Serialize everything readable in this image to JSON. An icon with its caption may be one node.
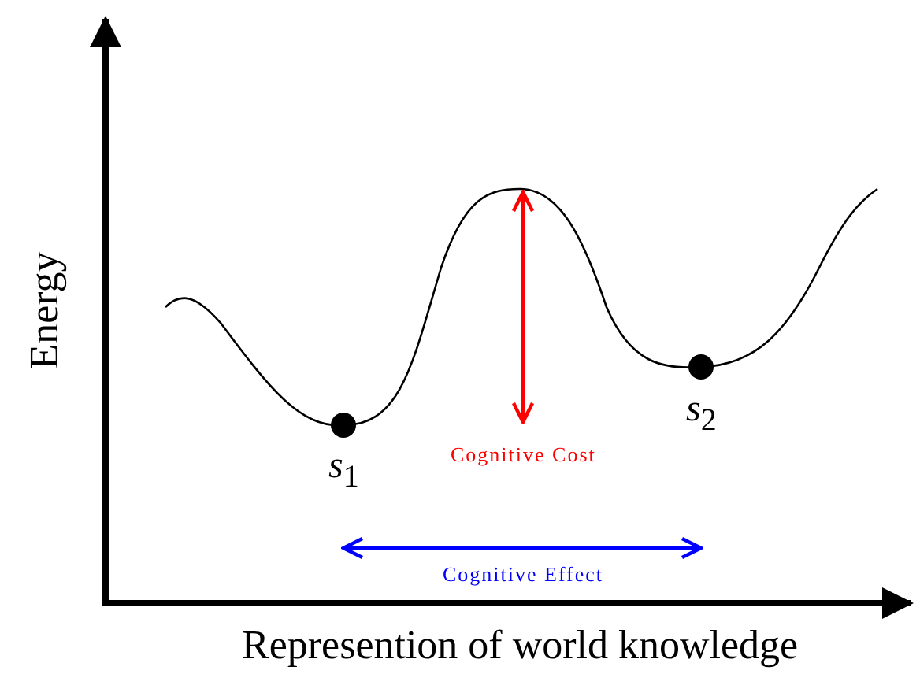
{
  "diagram": {
    "labels": [
      "Energy",
      "Represention of world knowledge",
      "*s*$_{1}$",
      "*s*$_{2}$",
      "Cognitive Cost",
      "Cognitive Effect"
    ]
  }
}
